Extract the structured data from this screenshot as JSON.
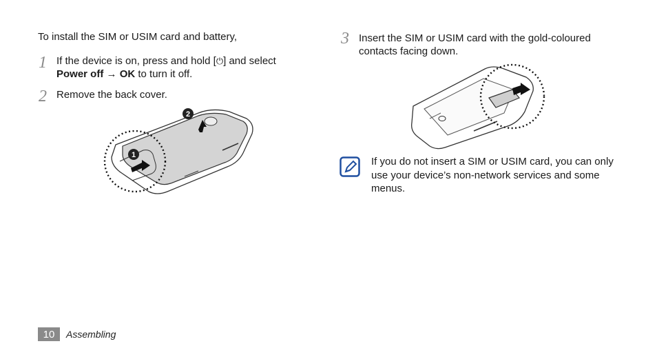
{
  "intro": "To install the SIM or USIM card and battery,",
  "steps": [
    {
      "number": "1",
      "text_before": "If the device is on, press and hold [",
      "power_symbol": "⏻",
      "text_after": "] and select",
      "bold1": "Power off",
      "arrow": " → ",
      "bold2": "OK",
      "tail": " to turn it off."
    },
    {
      "number": "2",
      "text": "Remove the back cover."
    },
    {
      "number": "3",
      "text": "Insert the SIM or USIM card with the gold-coloured contacts facing down."
    }
  ],
  "figure1": {
    "badge1": "1",
    "badge2": "2"
  },
  "note": {
    "icon": "note-pencil-icon",
    "text": "If you do not insert a SIM or USIM card, you can only use your device’s non-network services and some menus."
  },
  "footer": {
    "page_number": "10",
    "section": "Assembling"
  }
}
